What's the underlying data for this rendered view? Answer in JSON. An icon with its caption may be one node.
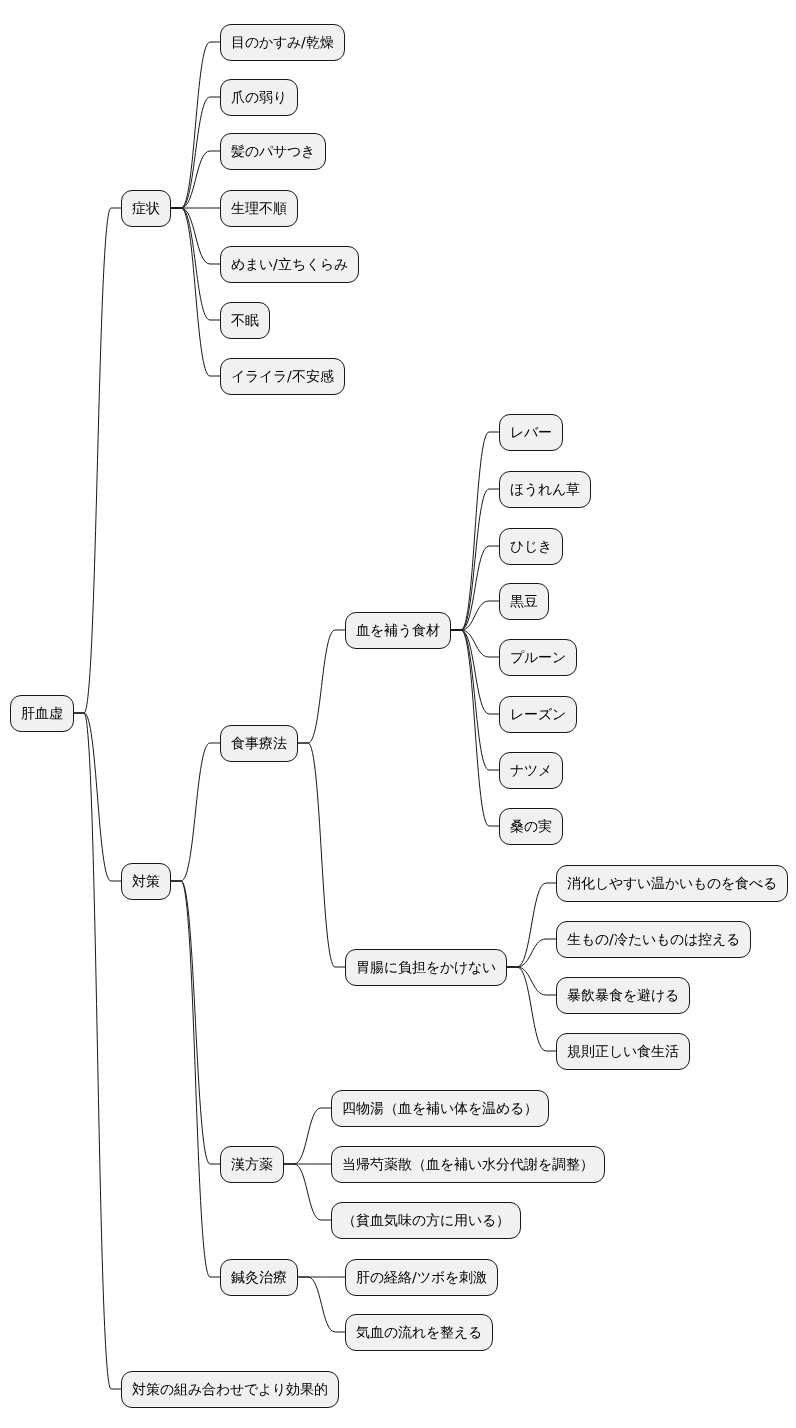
{
  "diagram": {
    "nodes": [
      {
        "text": [
          "肝血虚"
        ]
      },
      {
        "text": [
          "症状"
        ]
      },
      {
        "text": [
          "目のかすみ/乾燥"
        ]
      },
      {
        "text": [
          "爪の弱り"
        ]
      },
      {
        "text": [
          "髪のパサつき"
        ]
      },
      {
        "text": [
          "生理不順"
        ]
      },
      {
        "text": [
          "めまい/立ちくらみ"
        ]
      },
      {
        "text": [
          "不眠"
        ]
      },
      {
        "text": [
          "イライラ/不安感"
        ]
      },
      {
        "text": [
          "対策"
        ]
      },
      {
        "text": [
          "食事療法"
        ]
      },
      {
        "text": [
          "血を補う食材"
        ]
      },
      {
        "text": [
          "レバー"
        ]
      },
      {
        "text": [
          "ほうれん草"
        ]
      },
      {
        "text": [
          "ひじき"
        ]
      },
      {
        "text": [
          "黒豆"
        ]
      },
      {
        "text": [
          "プルーン"
        ]
      },
      {
        "text": [
          "レーズン"
        ]
      },
      {
        "text": [
          "ナツメ"
        ]
      },
      {
        "text": [
          "桑の実"
        ]
      },
      {
        "text": [
          "胃腸に負担をかけない"
        ]
      },
      {
        "text": [
          "消化しやすい温かいものを食べる"
        ]
      },
      {
        "text": [
          "生もの/冷たいものは控える"
        ]
      },
      {
        "text": [
          "暴飲暴食を避ける"
        ]
      },
      {
        "text": [
          "規則正しい食生活"
        ]
      },
      {
        "text": [
          "漢方薬"
        ]
      },
      {
        "text": [
          "四物湯（血を補い体を温める）"
        ]
      },
      {
        "text": [
          "当帰芍薬散（血を補い水分代謝を調整）"
        ]
      },
      {
        "text": [
          "（貧血気味の方に用いる）"
        ]
      },
      {
        "text": [
          "鍼灸治療"
        ]
      },
      {
        "text": [
          "肝の経絡/ツボを刺激"
        ]
      },
      {
        "text": [
          "気血の流れを整える"
        ]
      },
      {
        "text": [
          "対策の組み合わせでより効果的"
        ]
      }
    ],
    "edges": [
      {
        "from": 0,
        "to": 1,
        "arrow": "none"
      },
      {
        "from": 1,
        "to": 2,
        "arrow": "none"
      },
      {
        "from": 1,
        "to": 3,
        "arrow": "none"
      },
      {
        "from": 1,
        "to": 4,
        "arrow": "none"
      },
      {
        "from": 1,
        "to": 5,
        "arrow": "none"
      },
      {
        "from": 1,
        "to": 6,
        "arrow": "none"
      },
      {
        "from": 1,
        "to": 7,
        "arrow": "none"
      },
      {
        "from": 1,
        "to": 8,
        "arrow": "none"
      },
      {
        "from": 0,
        "to": 9,
        "arrow": "none"
      },
      {
        "from": 9,
        "to": 10,
        "arrow": "none"
      },
      {
        "from": 10,
        "to": 11,
        "arrow": "none"
      },
      {
        "from": 11,
        "to": 12,
        "arrow": "none"
      },
      {
        "from": 11,
        "to": 13,
        "arrow": "none"
      },
      {
        "from": 11,
        "to": 14,
        "arrow": "none"
      },
      {
        "from": 11,
        "to": 15,
        "arrow": "none"
      },
      {
        "from": 11,
        "to": 16,
        "arrow": "none"
      },
      {
        "from": 11,
        "to": 17,
        "arrow": "none"
      },
      {
        "from": 11,
        "to": 18,
        "arrow": "none"
      },
      {
        "from": 11,
        "to": 19,
        "arrow": "none"
      },
      {
        "from": 10,
        "to": 20,
        "arrow": "none"
      },
      {
        "from": 20,
        "to": 21,
        "arrow": "none"
      },
      {
        "from": 20,
        "to": 22,
        "arrow": "none"
      },
      {
        "from": 20,
        "to": 23,
        "arrow": "none"
      },
      {
        "from": 20,
        "to": 24,
        "arrow": "none"
      },
      {
        "from": 9,
        "to": 25,
        "arrow": "none"
      },
      {
        "from": 25,
        "to": 26,
        "arrow": "none"
      },
      {
        "from": 25,
        "to": 27,
        "arrow": "none"
      },
      {
        "from": 25,
        "to": 28,
        "arrow": "none"
      },
      {
        "from": 9,
        "to": 29,
        "arrow": "none"
      },
      {
        "from": 29,
        "to": 30,
        "arrow": "none"
      },
      {
        "from": 29,
        "to": 31,
        "arrow": "none"
      },
      {
        "from": 0,
        "to": 32,
        "arrow": "none"
      }
    ]
  }
}
